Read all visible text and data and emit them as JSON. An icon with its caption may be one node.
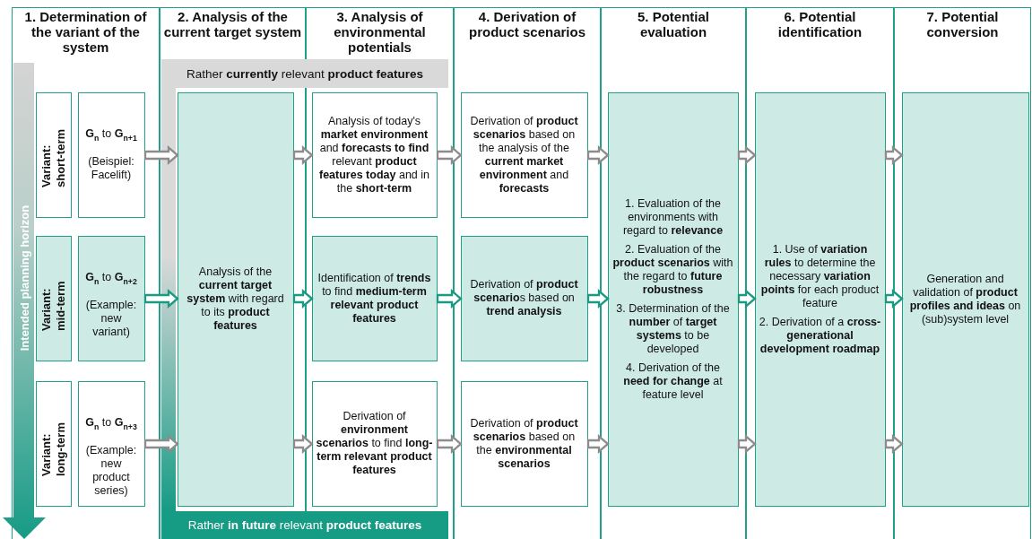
{
  "diagram": {
    "nodes": [
      {
        "text": [
          "1. Determination of the variant of the system"
        ]
      },
      {
        "text": [
          "Intended planning horizon"
        ]
      },
      {
        "text": [
          "Variant: short-term"
        ],
        "in": 0
      },
      {
        "text": [
          "**G**$_{n}$ to **G**$_{n+1}$",
          "(Beispiel: Facelift)"
        ],
        "in": 0
      },
      {
        "text": [
          "Variant: mid-term"
        ],
        "in": 0
      },
      {
        "text": [
          "**G**$_{n}$ to **G**$_{n+2}$",
          "(Example: new variant)"
        ],
        "in": 0
      },
      {
        "text": [
          "Variant: long-term"
        ],
        "in": 0
      },
      {
        "text": [
          "**G**$_{n}$ to **G**$_{n+3}$",
          "(Example: new product series)"
        ],
        "in": 0
      },
      {
        "text": [
          "2. Analysis of the current target system"
        ]
      },
      {
        "text": [
          "Analysis of the **current target system** with regard to its **product features**"
        ],
        "in": 8
      },
      {
        "text": [
          "3. Analysis of environmental potentials"
        ]
      },
      {
        "text": [
          "Analysis of today's **market environment** and **forecasts to find** relevant **product features today** and in the **short-term**"
        ],
        "in": 10
      },
      {
        "text": [
          "Identification of **trends** to find **medium-term relevant product features**"
        ],
        "in": 10
      },
      {
        "text": [
          "Derivation of **environment scenarios** to find **long-term relevant product features**"
        ],
        "in": 10
      },
      {
        "text": [
          "4. Derivation of product scenarios"
        ]
      },
      {
        "text": [
          "Derivation of **product scenarios** based on the analysis of the **current market environment** and **forecasts**"
        ],
        "in": 14
      },
      {
        "text": [
          "Derivation of **product scenario**s based on **trend analysis**"
        ],
        "in": 14
      },
      {
        "text": [
          "Derivation of **product scenarios** based on the **environmental scenarios**"
        ],
        "in": 14
      },
      {
        "text": [
          "5. Potential evaluation"
        ]
      },
      {
        "text": [
          "1. Evaluation of the environments with regard to **relevance**",
          "2. Evaluation of the **product scenarios** with the regard to **future robustness**",
          "3. Determination of the **number** of **target systems** to be developed",
          "4. Derivation of the **need for change** at feature level"
        ],
        "in": 18
      },
      {
        "text": [
          "6. Potential identification"
        ]
      },
      {
        "text": [
          "1. Use of **variation rules** to determine the necessary **variation points** for each product feature",
          "2. Derivation of a **cross-generational development roadmap**"
        ],
        "in": 20
      },
      {
        "text": [
          "7. Potential conversion"
        ]
      },
      {
        "text": [
          "Generation and validation of **product profiles and ideas** on (sub)system level"
        ],
        "in": 22
      },
      {
        "text": [
          "Rather **currently** relevant **product features**"
        ]
      },
      {
        "text": [
          "Rather **in future** relevant **product features**"
        ]
      },
      {
        "text": [],
        "shape": "bar",
        "in": 8
      }
    ],
    "edges": [
      {
        "from": 3,
        "to": 9,
        "arrow": "to"
      },
      {
        "from": 5,
        "to": 9,
        "arrow": "to",
        "color": "#1a9a80"
      },
      {
        "from": 7,
        "to": 9,
        "arrow": "to"
      },
      {
        "from": 9,
        "to": 11,
        "arrow": "to"
      },
      {
        "from": 9,
        "to": 12,
        "arrow": "to",
        "color": "#1a9a80"
      },
      {
        "from": 9,
        "to": 13,
        "arrow": "to"
      },
      {
        "from": 11,
        "to": 15,
        "arrow": "to"
      },
      {
        "from": 12,
        "to": 16,
        "arrow": "to",
        "color": "#1a9a80"
      },
      {
        "from": 13,
        "to": 17,
        "arrow": "to"
      },
      {
        "from": 15,
        "to": 19,
        "arrow": "to"
      },
      {
        "from": 16,
        "to": 19,
        "arrow": "to",
        "color": "#1a9a80"
      },
      {
        "from": 17,
        "to": 19,
        "arrow": "to"
      },
      {
        "from": 19,
        "to": 21,
        "arrow": "to"
      },
      {
        "from": 19,
        "to": 21,
        "arrow": "to",
        "color": "#1a9a80"
      },
      {
        "from": 19,
        "to": 21,
        "arrow": "to"
      },
      {
        "from": 21,
        "to": 23,
        "arrow": "to"
      },
      {
        "from": 21,
        "to": 23,
        "arrow": "to",
        "color": "#1a9a80"
      },
      {
        "from": 21,
        "to": 23,
        "arrow": "to"
      }
    ]
  }
}
